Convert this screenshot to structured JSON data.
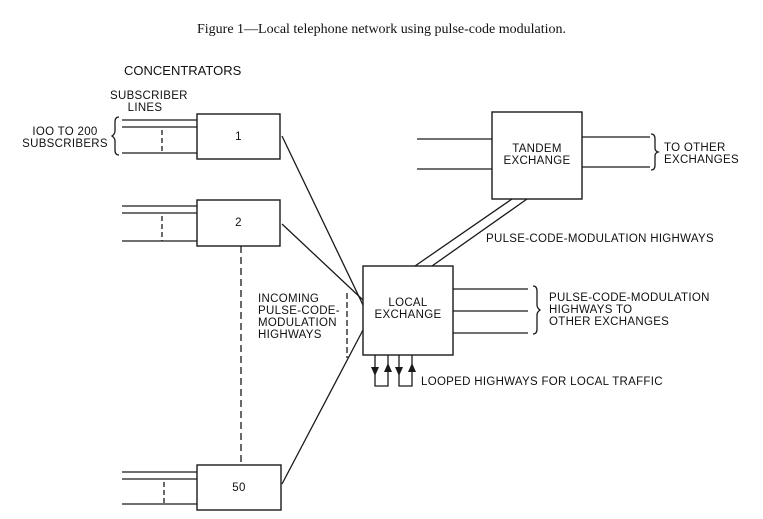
{
  "figure": {
    "caption": "Figure 1—Local telephone network using pulse-code modulation."
  },
  "diagram": {
    "concentrators_heading": "CONCENTRATORS",
    "subscriber_lines_label": "SUBSCRIBER\nLINES",
    "subscribers_range_label": "IOO TO 200\nSUBSCRIBERS",
    "concentrators": [
      {
        "id": "1",
        "label": "1"
      },
      {
        "id": "2",
        "label": "2"
      },
      {
        "id": "50",
        "label": "50"
      }
    ],
    "tandem_exchange": {
      "label": "TANDEM\nEXCHANGE"
    },
    "local_exchange": {
      "label": "LOCAL\nEXCHANGE"
    },
    "to_other_exchanges_label": "TO OTHER\nEXCHANGES",
    "pcm_highways_label": "PULSE-CODE-MODULATION HIGHWAYS",
    "incoming_pcm_label": "INCOMING\nPULSE-CODE-\nMODULATION\nHIGHWAYS",
    "pcm_to_other_label": "PULSE-CODE-MODULATION\nHIGHWAYS TO\nOTHER EXCHANGES",
    "looped_highways_label": "LOOPED HIGHWAYS FOR LOCAL TRAFFIC"
  }
}
